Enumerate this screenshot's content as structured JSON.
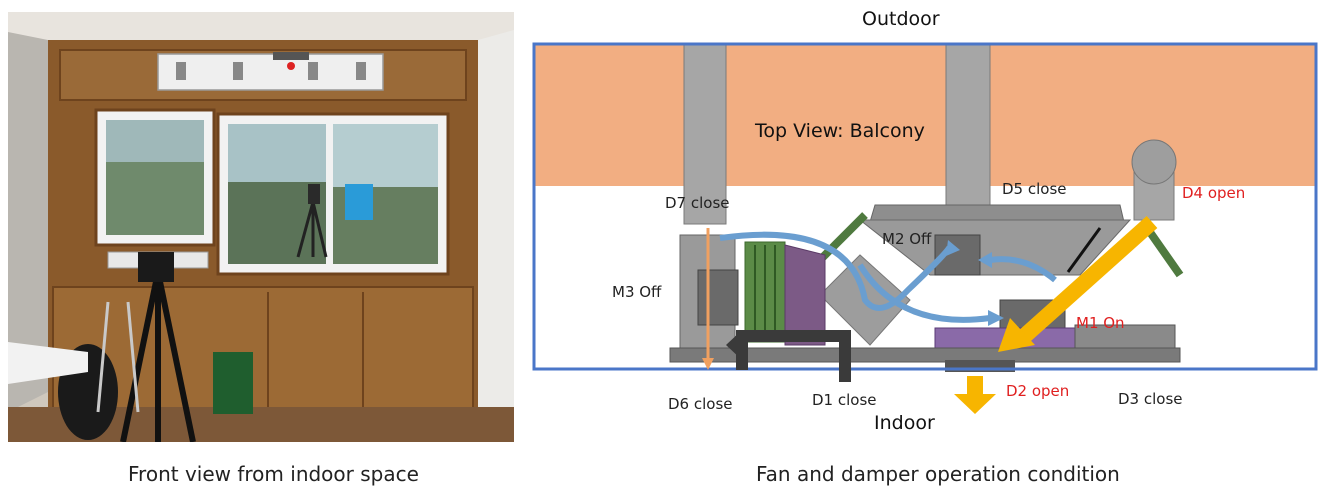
{
  "photo": {
    "caption": "Front view from indoor space"
  },
  "diagram": {
    "caption": "Fan and damper operation condition",
    "top_label": "Outdoor",
    "bottom_label": "Indoor",
    "view_label": "Top View: Balcony",
    "labels": {
      "d7": "D7 close",
      "d5": "D5 close",
      "d4": "D4 open",
      "m2": "M2 Off",
      "m3": "M3 Off",
      "m1": "M1 On",
      "d6": "D6 close",
      "d1": "D1 close",
      "d2": "D2 open",
      "d3": "D3 close"
    },
    "colors": {
      "outdoor_zone": "#f2ae82",
      "frame": "#4a76c8",
      "active_flow": "#f7b500",
      "inactive_flow": "#6a9ed0",
      "off_flow": "#f0a060",
      "open_label": "#e02020"
    }
  }
}
